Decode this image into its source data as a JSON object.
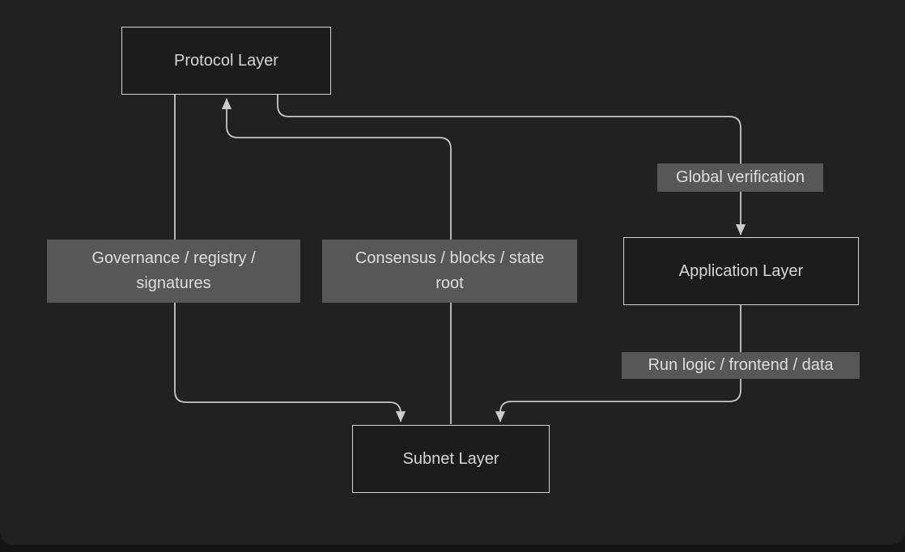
{
  "diagram": {
    "nodes": {
      "protocol": {
        "label": "Protocol Layer"
      },
      "application": {
        "label": "Application Layer"
      },
      "subnet": {
        "label": "Subnet Layer"
      }
    },
    "edge_labels": {
      "governance": {
        "label": "Governance / registry /\nsignatures"
      },
      "consensus": {
        "label": "Consensus / blocks / state\nroot"
      },
      "global_verification": {
        "label": "Global verification"
      },
      "run_logic": {
        "label": "Run logic / frontend / data"
      }
    },
    "edges": [
      {
        "from": "Protocol Layer",
        "to": "Subnet Layer",
        "label": "Governance / registry / signatures"
      },
      {
        "from": "Subnet Layer",
        "to": "Protocol Layer",
        "label": "Consensus / blocks / state root"
      },
      {
        "from": "Protocol Layer",
        "to": "Application Layer",
        "label": "Global verification"
      },
      {
        "from": "Application Layer",
        "to": "Subnet Layer",
        "label": "Run logic / frontend / data"
      }
    ],
    "colors": {
      "canvas_background": "#212121",
      "outer_background": "#141414",
      "node_fill": "#1c1c1c",
      "node_border": "#d2d2d2",
      "node_text": "#d6d6d6",
      "edge_line": "#c9c9c9",
      "arrowhead": "#cccccc",
      "edge_label_background": "#575757",
      "edge_label_text": "#dedede"
    }
  }
}
